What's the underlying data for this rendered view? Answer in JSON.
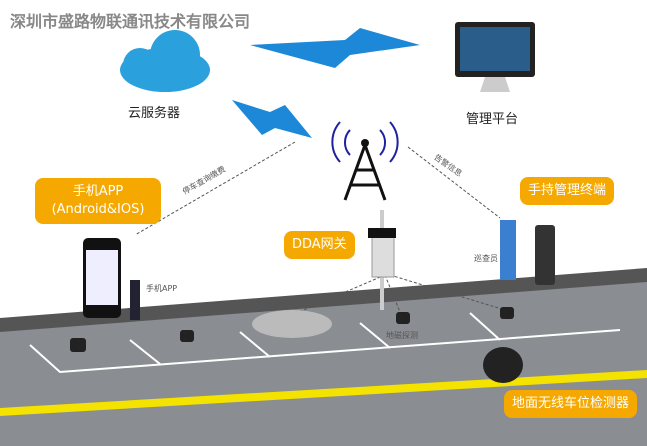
{
  "title": "深圳市盛路物联通讯技术有限公司",
  "cloud": {
    "label": "云服务器",
    "color": "#2aa0dc"
  },
  "platform": {
    "label": "管理平台"
  },
  "callouts": {
    "app": [
      "手机APP",
      "(Android&IOS)"
    ],
    "handheld": "手持管理终端",
    "gateway": "DDA网关",
    "detector": "地面无线车位检测器"
  },
  "small_labels": {
    "query": "停车查询缴费",
    "alarm": "告警信息",
    "inspector": "巡查员",
    "phone_app": "手机APP",
    "magnetic": "地磁探测"
  },
  "colors": {
    "accent": "#f5a800",
    "signal": "#1e88d8",
    "road": "#8a8d91",
    "stripe": "#f4e200"
  }
}
